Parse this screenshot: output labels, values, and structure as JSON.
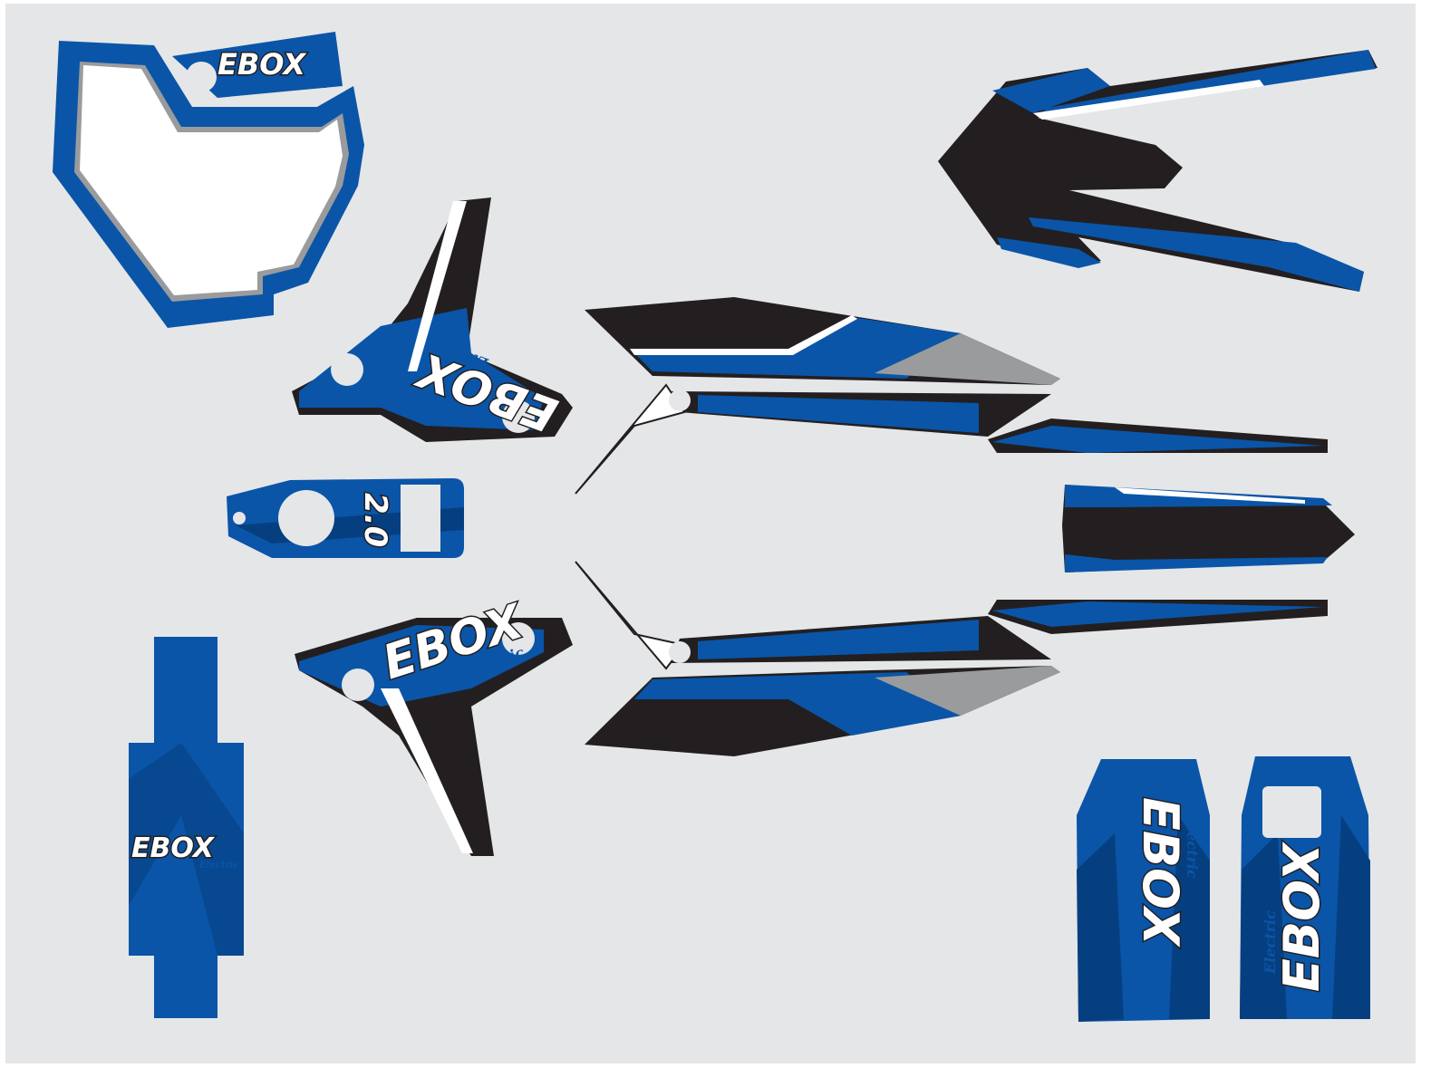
{
  "brand": {
    "logo": "EBOX",
    "tagline": "Electric",
    "model": "2.0"
  },
  "colors": {
    "background": "#e5e6e8",
    "blue": "#0a55a8",
    "dark_blue": "#063f80",
    "black": "#231f20",
    "grey": "#9a9b9d",
    "white": "#ffffff"
  }
}
